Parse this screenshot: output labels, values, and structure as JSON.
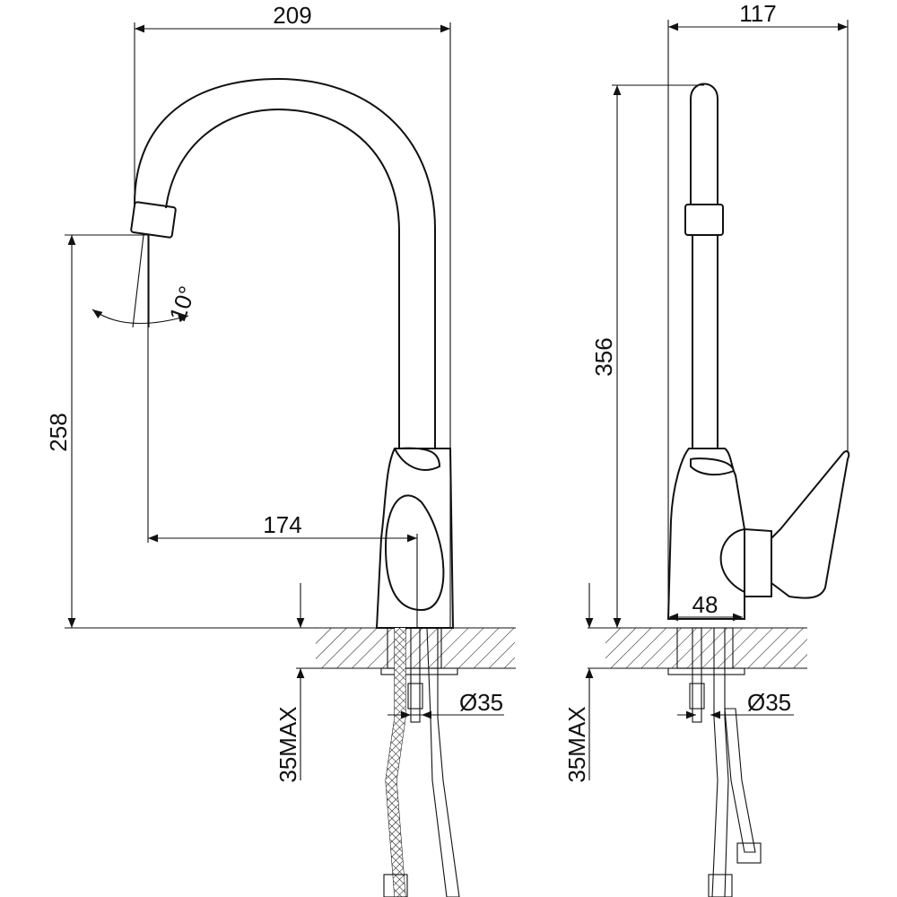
{
  "colors": {
    "line": "#111111",
    "background": "#ffffff"
  },
  "front_view": {
    "width_dim": "209",
    "height_dim": "258",
    "reach_dim": "174",
    "angle_dim": "10°",
    "hole_dim": "Ø35",
    "counter_dim": "35MAX"
  },
  "side_view": {
    "width_dim": "117",
    "height_dim": "356",
    "base_dim": "48",
    "hole_dim": "Ø35",
    "counter_dim": "35MAX"
  }
}
